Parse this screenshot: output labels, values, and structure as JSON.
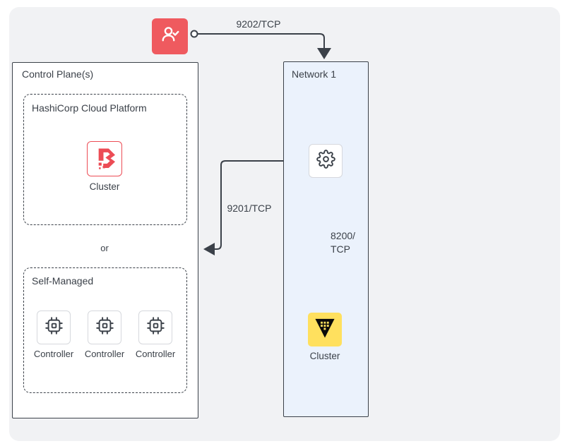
{
  "diagram": {
    "colors": {
      "canvas_bg": "#f1f2f4",
      "line": "#3b4149",
      "client_red": "#ef5a5f",
      "boundary_red": "#ec4c55",
      "vault_yellow": "#ffe05e",
      "network_bg": "#ebf2fc"
    },
    "client": {
      "icon": "user-check-icon"
    },
    "control_plane": {
      "title": "Control Plane(s)",
      "hcp": {
        "title": "HashiCorp Cloud Platform",
        "cluster": {
          "label": "Cluster",
          "icon": "boundary-logo-icon"
        }
      },
      "or_label": "or",
      "self_managed": {
        "title": "Self-Managed",
        "controllers": [
          {
            "label": "Controller",
            "icon": "cpu-icon"
          },
          {
            "label": "Controller",
            "icon": "cpu-icon"
          },
          {
            "label": "Controller",
            "icon": "cpu-icon"
          }
        ]
      }
    },
    "network": {
      "title": "Network 1",
      "worker": {
        "icon": "gear-icon"
      },
      "vault_cluster": {
        "label": "Cluster",
        "icon": "vault-logo-icon"
      }
    },
    "connections": [
      {
        "from": "client",
        "to": "network",
        "label": "9202/TCP"
      },
      {
        "from": "worker",
        "to": "control-plane",
        "label": "9201/TCP"
      },
      {
        "from": "worker",
        "to": "vault-cluster",
        "label_lines": [
          "8200/",
          "TCP"
        ]
      }
    ]
  }
}
